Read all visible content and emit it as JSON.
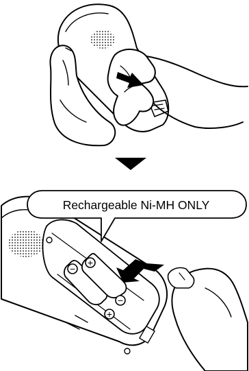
{
  "callout": {
    "text": "Rechargeable Ni-MH ONLY"
  },
  "batteries": [
    {
      "pos": "+",
      "neg": "−"
    },
    {
      "pos": "+",
      "neg": "−"
    }
  ],
  "steps": [
    {
      "name": "open-cover",
      "arrow_icon": "slide-arrow-icon"
    },
    {
      "name": "insert-batteries",
      "arrow_icon": "insert-arrow-icon"
    }
  ],
  "connector": {
    "icon": "down-triangle-icon"
  },
  "colors": {
    "line": "#000000",
    "background": "#ffffff"
  }
}
